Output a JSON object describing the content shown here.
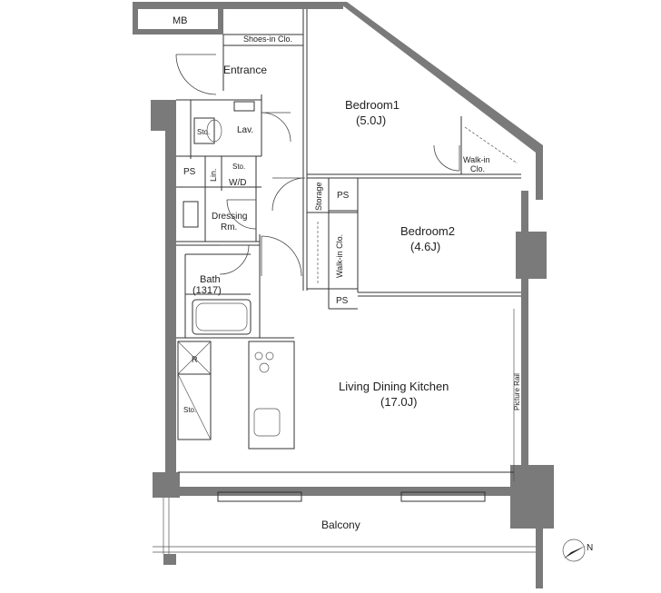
{
  "rooms": {
    "mb": "MB",
    "shoes": "Shoes-in Clo.",
    "entrance": "Entrance",
    "bedroom1_name": "Bedroom1",
    "bedroom1_size": "(5.0J)",
    "lav": "Lav.",
    "sto_small": "Sto.",
    "ps1": "PS",
    "lin": "Lin.",
    "sto_wd": "Sto.",
    "wd": "W/D",
    "walkin1_a": "Walk-in",
    "walkin1_b": "Clo.",
    "storage": "Storage",
    "ps2": "PS",
    "dressing_a": "Dressing",
    "dressing_b": "Rm.",
    "bedroom2_name": "Bedroom2",
    "bedroom2_size": "(4.6J)",
    "walkin2": "Walk-in Clo.",
    "bath_name": "Bath",
    "bath_size": "(1317)",
    "ps3": "PS",
    "r": "R",
    "sto_kitchen": "Sto.",
    "ldk_name": "Living Dining Kitchen",
    "ldk_size": "(17.0J)",
    "picture_rail": "Picture Rail",
    "balcony": "Balcony"
  },
  "compass": {
    "label": "N"
  },
  "colors": {
    "wall": "#7a7a7a",
    "line": "#333333",
    "background": "#ffffff"
  }
}
